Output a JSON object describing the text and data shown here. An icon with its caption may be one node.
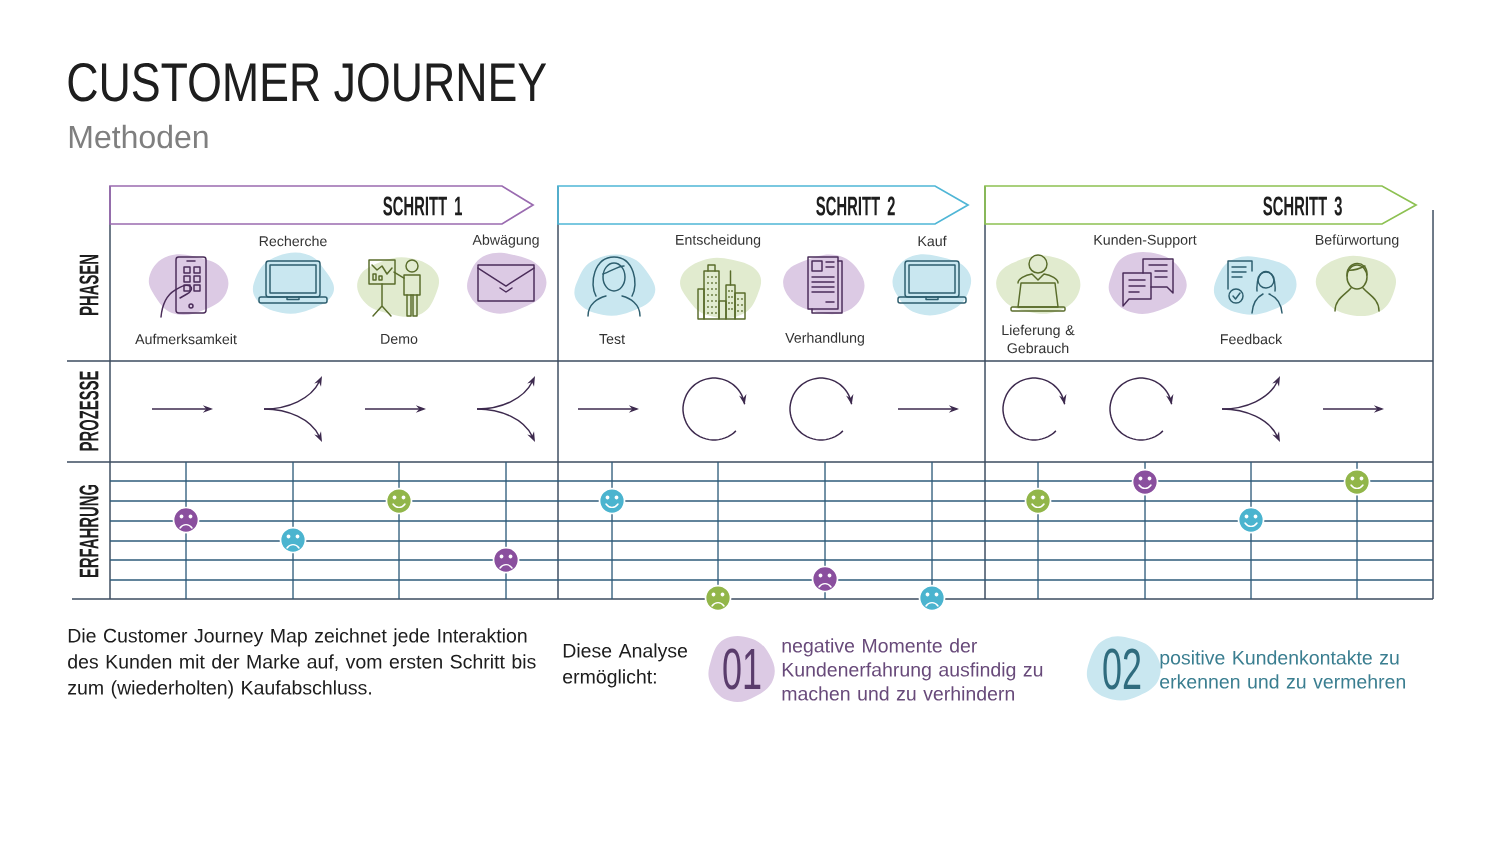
{
  "diagram": {
    "title": "CUSTOMER JOURNEY",
    "nodes": [
      {
        "text": [
          "SCHRITT 1"
        ]
      },
      {
        "text": [
          "SCHRITT 2"
        ]
      },
      {
        "text": [
          "SCHRITT 3"
        ]
      },
      {
        "text": [
          "01"
        ],
        "beside": [
          "negative Momente der Kundenerfahrung ausfindig zu machen und zu verhindern"
        ]
      },
      {
        "text": [
          "02"
        ],
        "beside": [
          "positive Kundenkontakte zu erkennen und zu vermehren"
        ]
      }
    ],
    "labels": [
      "Methoden",
      "PHASEN",
      "Aufmerksamkeit",
      "Recherche",
      "Demo",
      "Abwägung",
      "Test",
      "Entscheidung",
      "Verhandlung",
      "Kauf",
      "Lieferung & Gebrauch",
      "Kunden-Support",
      "Feedback",
      "Befürwortung",
      "PROZESSE",
      "ERFAHRUNG",
      "Die Customer Journey Map zeichnet jede Interaktion des Kunden mit der Marke auf, vom ersten Schritt bis zum (wiederholten) Kaufabschluss.",
      "Diese Analyse ermöglicht:"
    ]
  }
}
